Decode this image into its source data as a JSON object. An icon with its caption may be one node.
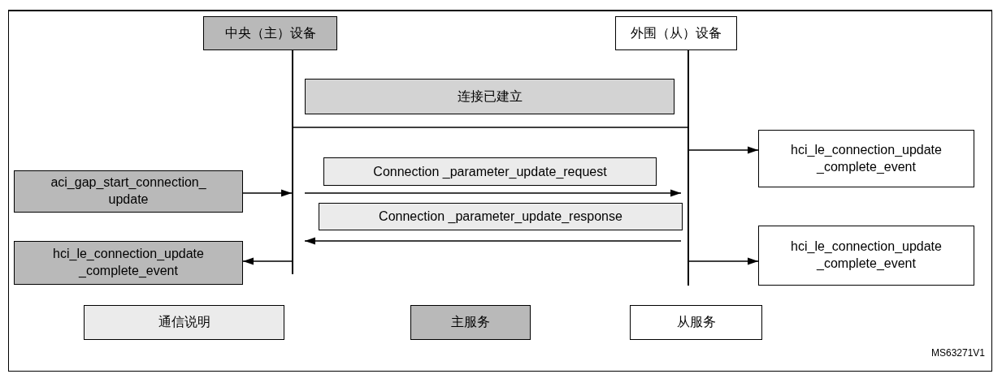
{
  "diagram": {
    "nodes": [
      {
        "text": [
          "中央（主）设备"
        ]
      },
      {
        "text": [
          "外围（从）设备"
        ]
      },
      {
        "text": [],
        "shape": "bar"
      },
      {
        "text": [],
        "shape": "bar"
      },
      {
        "text": [
          "连接已建立"
        ]
      },
      {
        "text": [
          "aci_gap_start_connection_ update"
        ]
      },
      {
        "text": [
          "hci_le_connection_update _complete_event"
        ]
      },
      {
        "text": [
          "hci_le_connection_update _complete_event"
        ]
      },
      {
        "text": [
          "hci_le_connection_update _complete_event"
        ]
      }
    ],
    "edges": [
      {
        "from": 2,
        "to": 3,
        "arrow": "none"
      },
      {
        "from": 5,
        "to": 2,
        "arrow": "to"
      },
      {
        "from": 2,
        "to": 3,
        "arrow": "to",
        "label": "Connection _parameter_update_request"
      },
      {
        "from": 3,
        "to": 2,
        "arrow": "to",
        "label": "Connection _parameter_update_response"
      },
      {
        "from": 2,
        "to": 6,
        "arrow": "to"
      },
      {
        "from": 3,
        "to": 7,
        "arrow": "to"
      },
      {
        "from": 3,
        "to": 8,
        "arrow": "to"
      }
    ],
    "labels": [
      "MS63271V1"
    ],
    "legend": [
      {
        "text": "通信说明",
        "color": "#ebebeb"
      },
      {
        "text": "主服务",
        "color": "#b9b9b9"
      },
      {
        "text": "从服务",
        "color": "#ffffff"
      }
    ]
  }
}
